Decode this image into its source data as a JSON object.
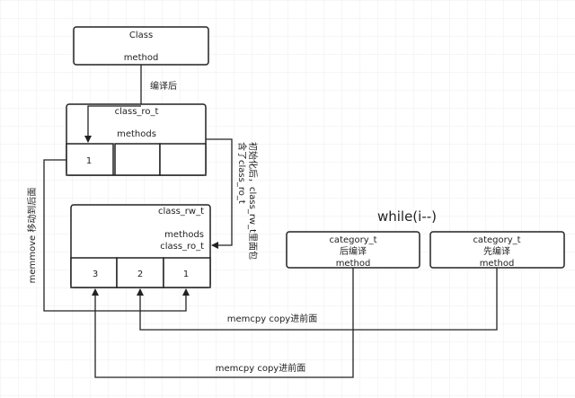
{
  "class_box": {
    "title": "Class",
    "method": "method"
  },
  "compile_label": "编译后",
  "class_ro_t": {
    "title": "class_ro_t",
    "methods": "methods",
    "cells": [
      "1",
      "",
      ""
    ]
  },
  "init_label": {
    "line1": "初始化后，class_rw_t里面包",
    "line2": "含了class_ro_t"
  },
  "class_rw_t": {
    "title": "class_rw_t",
    "methods": "methods",
    "ro": "class_ro_t",
    "cells": [
      "3",
      "2",
      "1"
    ]
  },
  "memmove_label": "memmove 移动到后面",
  "loop_label": "while(i--)",
  "categories": [
    {
      "title": "category_t",
      "order": "后编译",
      "method": "method"
    },
    {
      "title": "category_t",
      "order": "先编译",
      "method": "method"
    }
  ],
  "memcpy_labels": [
    "memcpy copy进前面",
    "memcpy copy进前面"
  ],
  "colors": {
    "stroke": "#222222",
    "grid": "#eeeeee"
  }
}
